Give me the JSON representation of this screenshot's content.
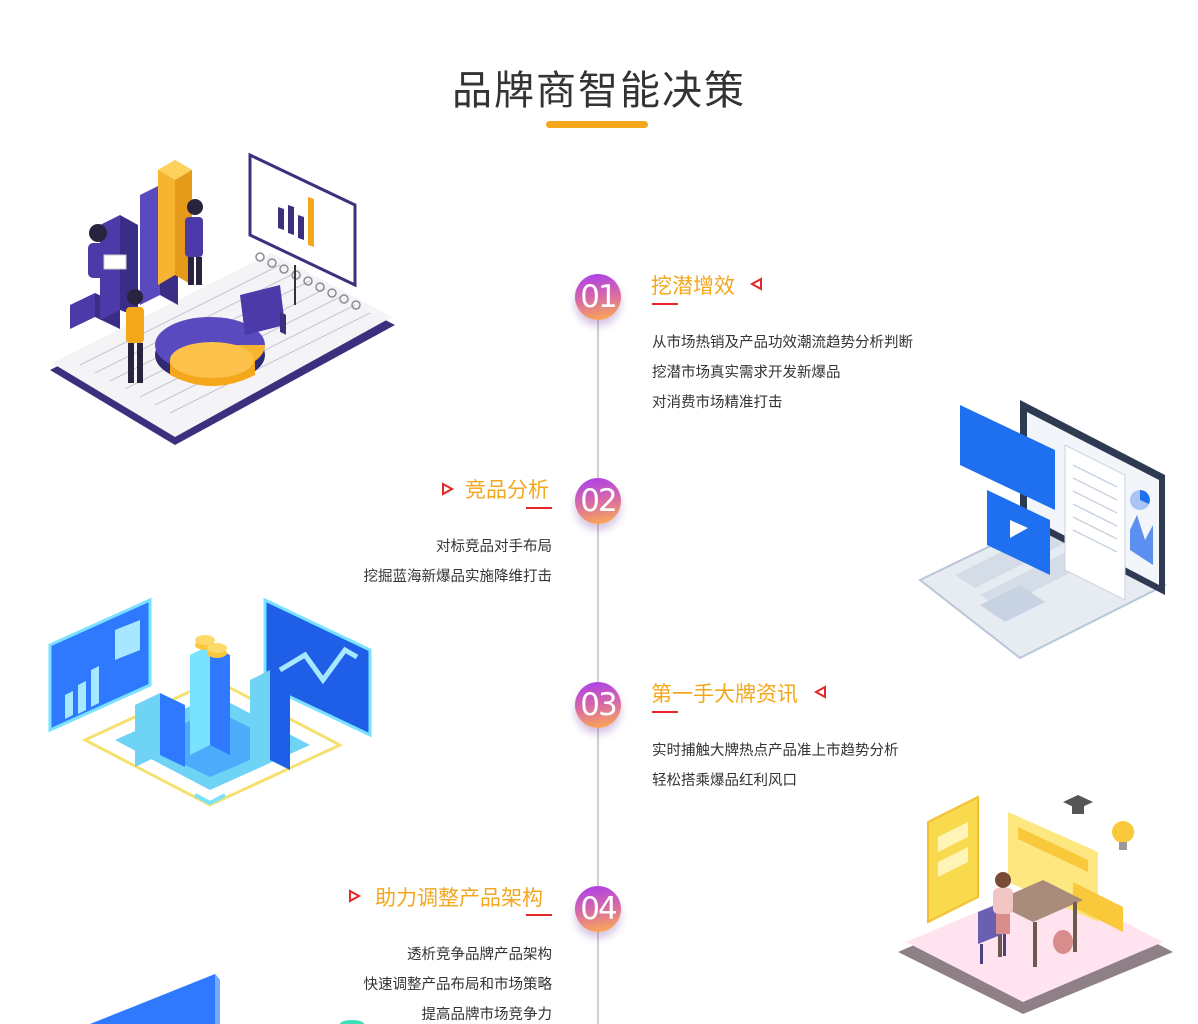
{
  "page": {
    "title": "品牌商智能决策"
  },
  "colors": {
    "accent_orange": "#f5a71c",
    "rule_red": "#e2282b",
    "badge_gradient_start": "#a93cf0",
    "badge_gradient_end": "#ffb04a",
    "timeline_gray": "#cfcfcf"
  },
  "steps": [
    {
      "number": "01",
      "title": "挖潜增效",
      "marker_icon": "triangle-left-outline-icon",
      "lines": [
        "从市场热销及产品功效潮流趋势分析判断",
        "挖潜市场真实需求开发新爆品",
        "对消费市场精准打击"
      ]
    },
    {
      "number": "02",
      "title": "竞品分析",
      "marker_icon": "triangle-right-outline-icon",
      "lines": [
        "对标竞品对手布局",
        "挖掘蓝海新爆品实施降维打击"
      ]
    },
    {
      "number": "03",
      "title": "第一手大牌资讯",
      "marker_icon": "triangle-left-outline-icon",
      "lines": [
        "实时捕触大牌热点产品准上市趋势分析",
        "轻松搭乘爆品红利风口"
      ]
    },
    {
      "number": "04",
      "title": "助力调整产品架构",
      "marker_icon": "triangle-right-outline-icon",
      "lines": [
        "透析竞争品牌产品架构",
        "快速调整产品布局和市场策略",
        "提高品牌市场竞争力"
      ]
    }
  ]
}
